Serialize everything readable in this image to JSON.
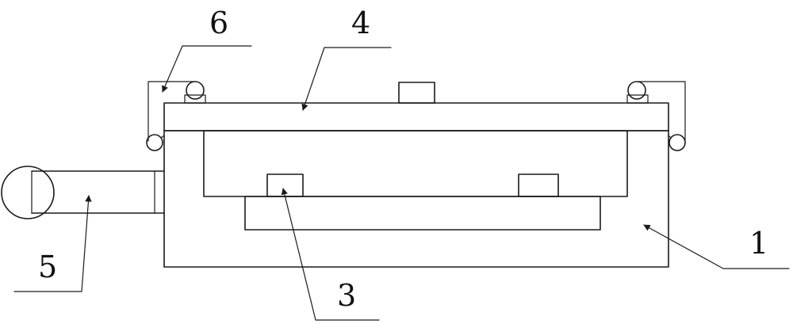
{
  "labels": {
    "part_1": "1",
    "part_3": "3",
    "part_4": "4",
    "part_5": "5",
    "part_6": "6"
  },
  "colors": {
    "line": "#1a1a1a",
    "background": "#ffffff"
  }
}
